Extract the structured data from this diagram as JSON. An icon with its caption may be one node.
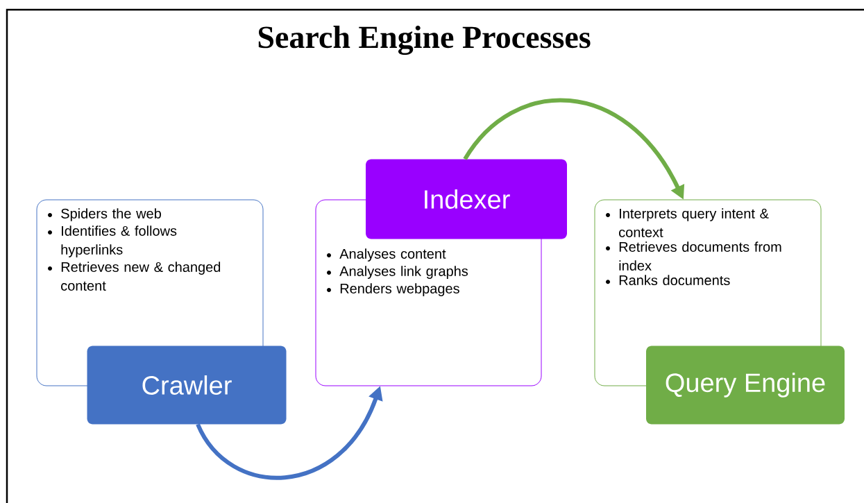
{
  "diagram": {
    "title": "Search Engine Processes",
    "nodes": [
      {
        "text": [
          "Spiders the web",
          "Identifies & follows hyperlinks",
          "Retrieves new & changed content"
        ]
      },
      {
        "text": [
          "Crawler"
        ]
      },
      {
        "text": [
          "Analyses content",
          "Analyses link graphs",
          "Renders webpages"
        ]
      },
      {
        "text": [
          "Indexer"
        ]
      },
      {
        "text": [
          "Interprets query intent & context",
          "Retrieves documents from index",
          "Ranks documents"
        ]
      },
      {
        "text": [
          "Query Engine"
        ]
      }
    ],
    "edges": [
      {
        "from": 1,
        "to": 2,
        "arrow": "to",
        "color": "#4472c4"
      },
      {
        "from": 3,
        "to": 4,
        "arrow": "to",
        "color": "#70ad47"
      }
    ]
  }
}
